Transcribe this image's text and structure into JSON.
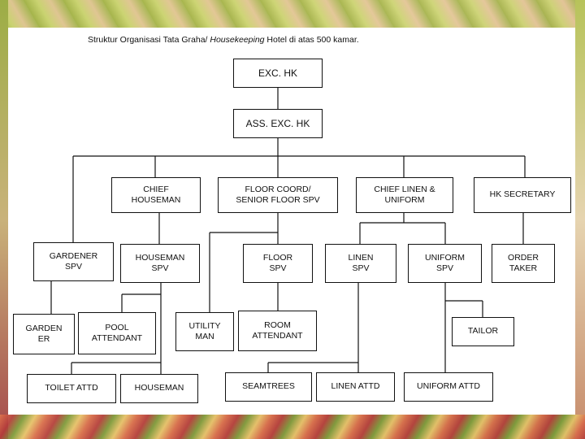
{
  "title": {
    "prefix": "Struktur Organisasi Tata Graha/ ",
    "italic": "Housekeeping",
    "suffix": " Hotel di atas 500 kamar."
  },
  "nodes": {
    "exc_hk": "EXC. HK",
    "ass_exc_hk": "ASS. EXC. HK",
    "chief_houseman": "CHIEF\nHOUSEMAN",
    "floor_coord": "FLOOR COORD/\nSENIOR FLOOR SPV",
    "chief_linen": "CHIEF LINEN &\nUNIFORM",
    "hk_secretary": "HK SECRETARY",
    "gardener_spv": "GARDENER\nSPV",
    "houseman_spv": "HOUSEMAN\nSPV",
    "floor_spv": "FLOOR\nSPV",
    "linen_spv": "LINEN\nSPV",
    "uniform_spv": "UNIFORM\nSPV",
    "order_taker": "ORDER\nTAKER",
    "gardener": "GARDEN\nER",
    "pool_attendant": "POOL\nATTENDANT",
    "utility_man": "UTILITY\nMAN",
    "room_attendant": "ROOM\nATTENDANT",
    "tailor": "TAILOR",
    "toilet_attd": "TOILET ATTD",
    "houseman": "HOUSEMAN",
    "seamtrees": "SEAMTREES",
    "linen_attd": "LINEN ATTD",
    "uniform_attd": "UNIFORM ATTD"
  }
}
